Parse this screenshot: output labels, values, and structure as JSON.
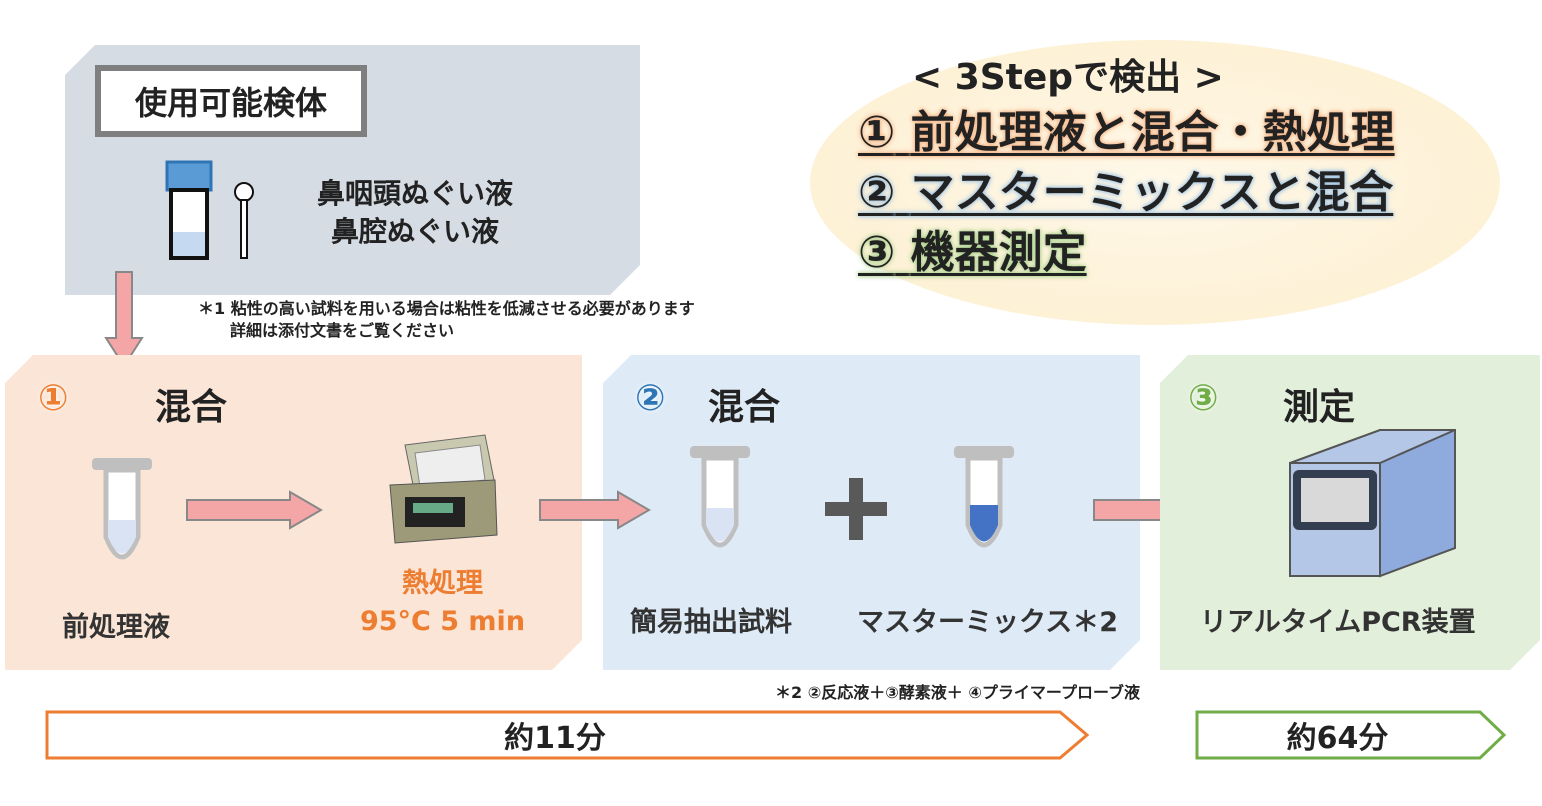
{
  "specimen": {
    "title": "使用可能検体",
    "types": [
      "鼻咽頭ぬぐい液",
      "鼻腔ぬぐい液"
    ],
    "note_line1": "＊1 粘性の高い試料を用いる場合は粘性を低減させる必要があります",
    "note_line2": "詳細は添付文書をご覧ください"
  },
  "summary": {
    "title": "< 3Stepで検出 >",
    "steps": [
      {
        "num": "①",
        "text": "前処理液と混合・熱処理",
        "color": "#f4b183"
      },
      {
        "num": "②",
        "text": "マスターミックスと混合",
        "color": "#9dc3e6"
      },
      {
        "num": "③",
        "text": "機器測定",
        "color": "#a9d18e"
      }
    ]
  },
  "panels": [
    {
      "num": "①",
      "title": "混合",
      "items": [
        "前処理液",
        "熱処理",
        "95°C 5 min"
      ],
      "bg": "#fbe5d6"
    },
    {
      "num": "②",
      "title": "混合",
      "items": [
        "簡易抽出試料",
        "マスターミックス＊2"
      ],
      "bg": "#deebf7"
    },
    {
      "num": "③",
      "title": "測定",
      "items": [
        "リアルタイムPCR装置"
      ],
      "bg": "#e2efda"
    }
  ],
  "note2": "＊2 ②反応液＋③酵素液＋ ④プライマープローブ液",
  "timeline": [
    {
      "label": "約11分",
      "color": "#ed7d31"
    },
    {
      "label": "約64分",
      "color": "#70ad47"
    }
  ]
}
